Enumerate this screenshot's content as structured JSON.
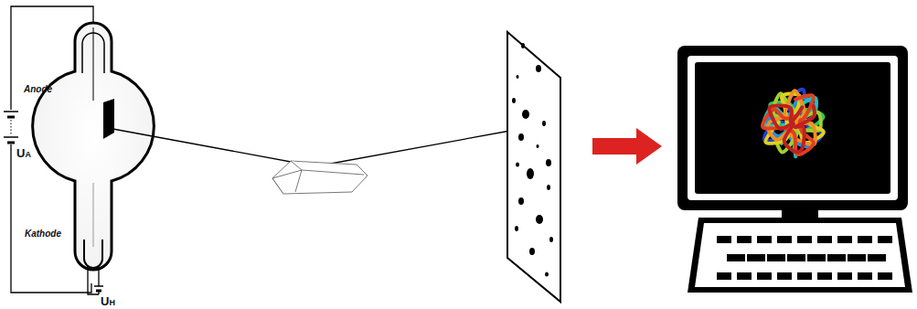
{
  "diagram": {
    "labels": [
      "Anode",
      "UA",
      "Kathode",
      "UH"
    ]
  }
}
